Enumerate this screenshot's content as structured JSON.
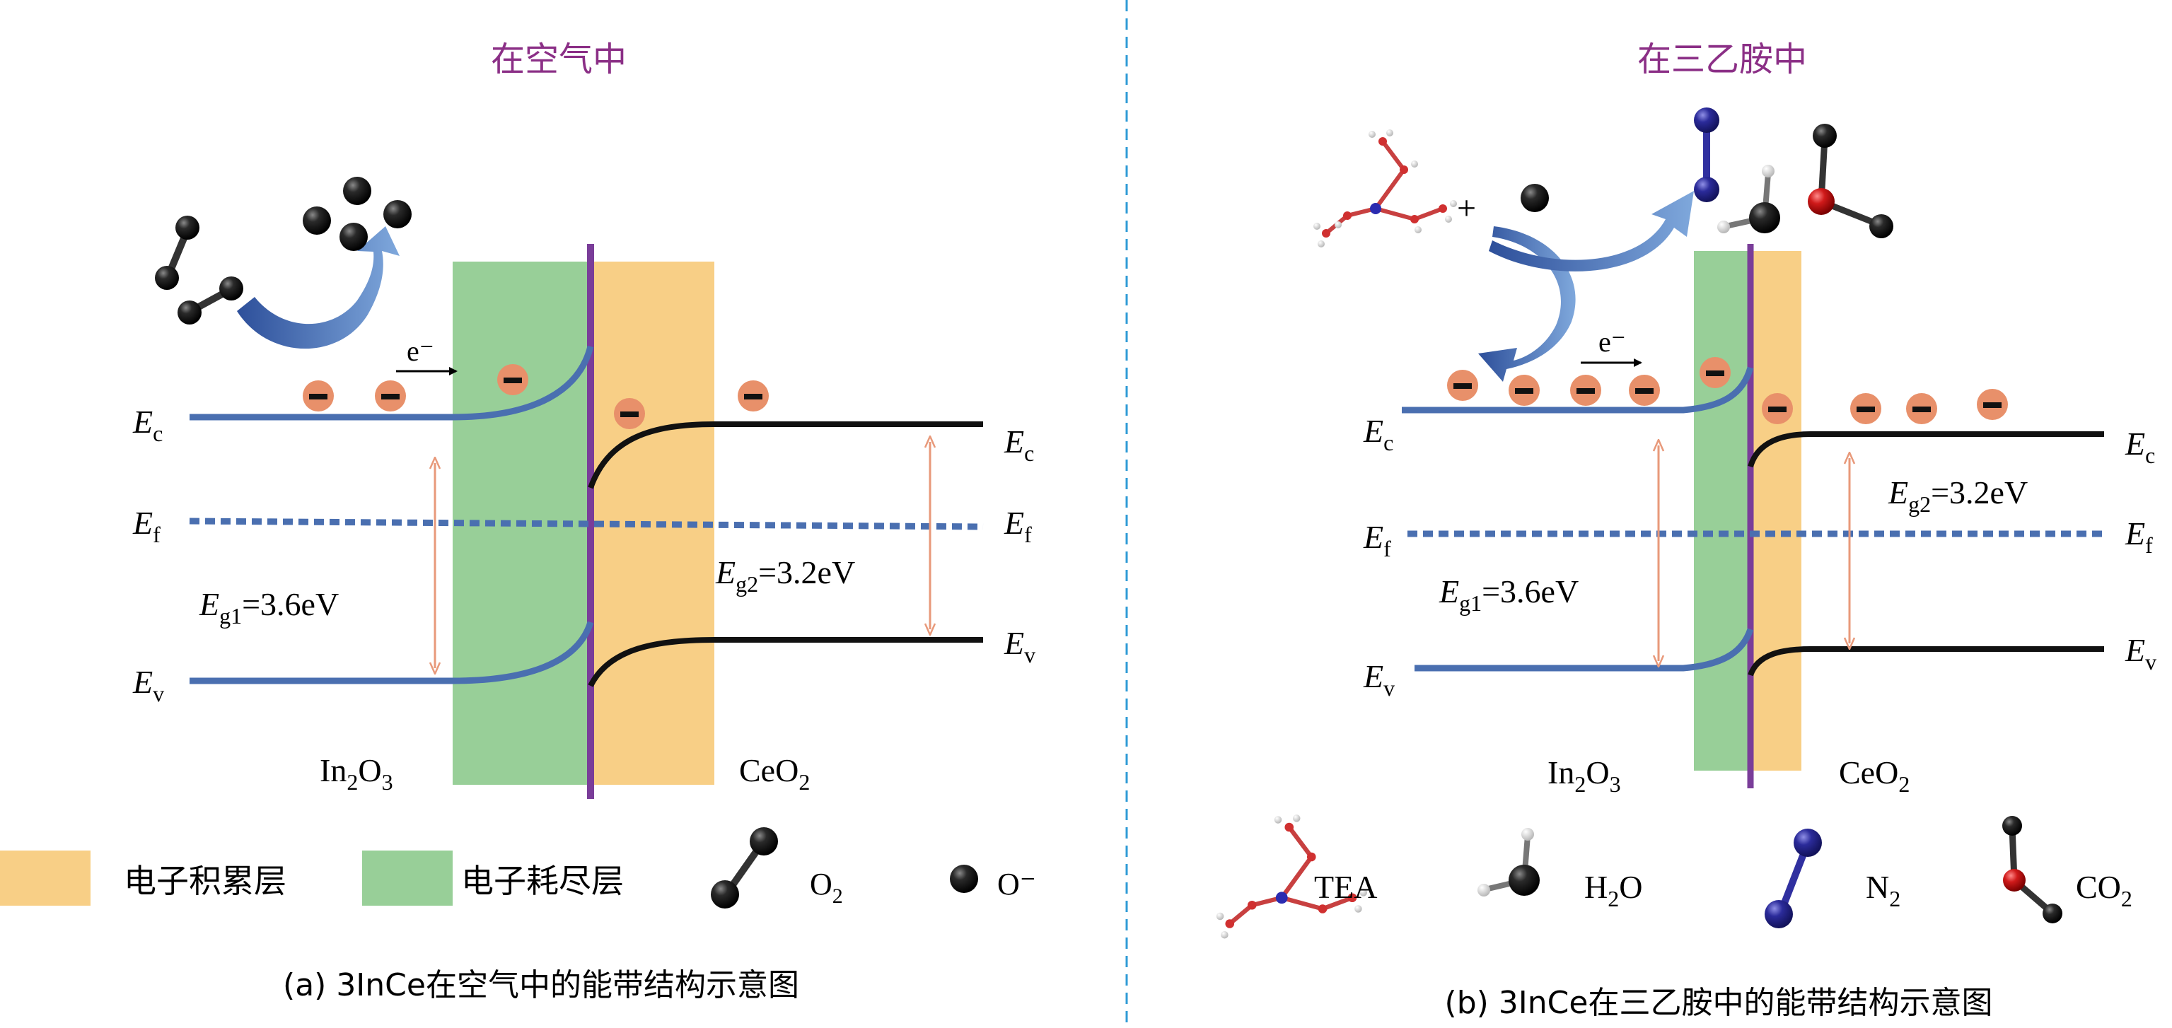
{
  "panel_a": {
    "title": "在空气中",
    "electron_label": "e⁻",
    "ec": "E",
    "ec_sub": "c",
    "ef": "E",
    "ef_sub": "f",
    "ev": "E",
    "ev_sub": "v",
    "eg1_main": "E",
    "eg1_sub": "g1",
    "eg1_value": "=3.6eV",
    "eg2_main": "E",
    "eg2_sub": "g2",
    "eg2_value": "=3.2eV",
    "in2o3": [
      "In",
      "2",
      "O",
      "3"
    ],
    "ceo2": [
      "CeO",
      "2"
    ],
    "caption": "(a) 3InCe在空气中的能带结构示意图"
  },
  "panel_b": {
    "title": "在三乙胺中",
    "plus": "+",
    "electron_label": "e⁻",
    "ec": "E",
    "ec_sub": "c",
    "ef": "E",
    "ef_sub": "f",
    "ev": "E",
    "ev_sub": "v",
    "eg1_main": "E",
    "eg1_sub": "g1",
    "eg1_value": "=3.6eV",
    "eg2_main": "E",
    "eg2_sub": "g2",
    "eg2_value": "=3.2eV",
    "in2o3": [
      "In",
      "2",
      "O",
      "3"
    ],
    "ceo2": [
      "CeO",
      "2"
    ],
    "caption": "(b) 3InCe在三乙胺中的能带结构示意图"
  },
  "legend_a": {
    "accumulation": "电子积累层",
    "depletion": "电子耗尽层",
    "o2": [
      "O",
      "2"
    ],
    "o_minus": "O⁻"
  },
  "legend_b": {
    "tea": "TEA",
    "h2o": [
      "H",
      "2",
      "O"
    ],
    "n2": [
      "N",
      "2"
    ],
    "co2": [
      "CO",
      "2"
    ]
  },
  "colors": {
    "title": "#8b2f86",
    "accumulation": "#f8cf86",
    "depletion": "#98cf98",
    "interface": "#7a3d99",
    "in2o3_band": "#4a6fb0",
    "ceo2_band": "#111111",
    "fermi": "#4a6fb0",
    "gap_arrow": "#e8997a",
    "electron": "#e8906a",
    "separator": "#2f9bd6",
    "arrow_gradient_start": "#2d4f9a",
    "arrow_gradient_end": "#7fa8dc"
  },
  "icons": [
    "o2-molecule-icon",
    "oxygen-ion-icon",
    "tea-molecule-icon",
    "water-molecule-icon",
    "nitrogen-molecule-icon",
    "co2-molecule-icon",
    "electron-icon"
  ]
}
